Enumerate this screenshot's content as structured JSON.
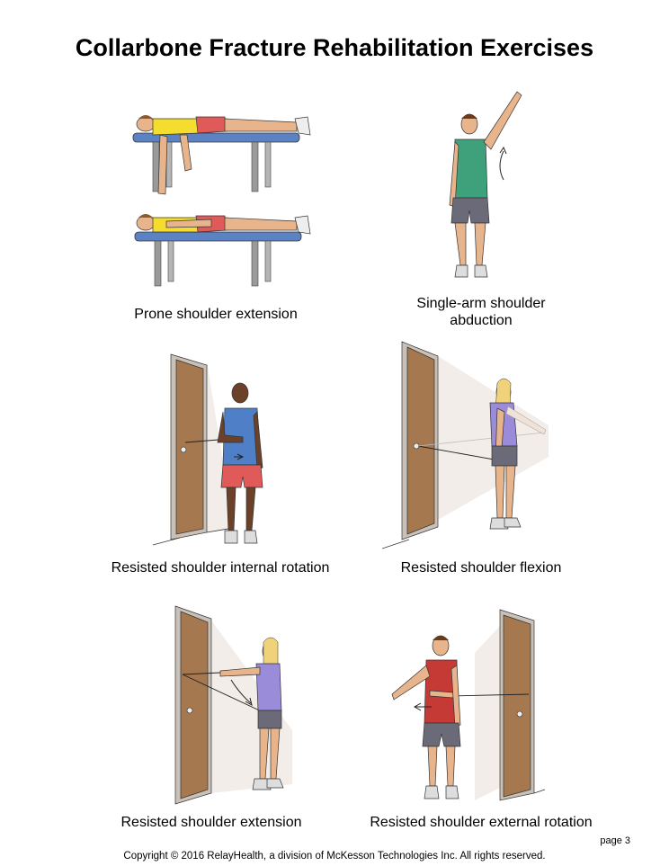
{
  "title": "Collarbone Fracture Rehabilitation Exercises",
  "exercises": [
    {
      "caption": "Prone shoulder extension"
    },
    {
      "caption_line1": "Single-arm shoulder",
      "caption_line2": "abduction"
    },
    {
      "caption": "Resisted shoulder internal rotation"
    },
    {
      "caption": "Resisted shoulder flexion"
    },
    {
      "caption": "Resisted shoulder extension"
    },
    {
      "caption": "Resisted shoulder external rotation"
    }
  ],
  "page_label": "page 3",
  "copyright": "Copyright © 2016 RelayHealth, a division of McKesson Technologies Inc. All rights reserved.",
  "colors": {
    "skin": "#e8b48c",
    "dark_skin": "#6b4229",
    "door": "#a57850",
    "bench": "#5b83c4",
    "yellow": "#f4dd2e",
    "green": "#3fa07c",
    "blue": "#4f7fc6",
    "red": "#c63a36",
    "lavender": "#9a8cd8",
    "shorts_gray": "#6b6a78",
    "shorts_red": "#e05a5a"
  }
}
